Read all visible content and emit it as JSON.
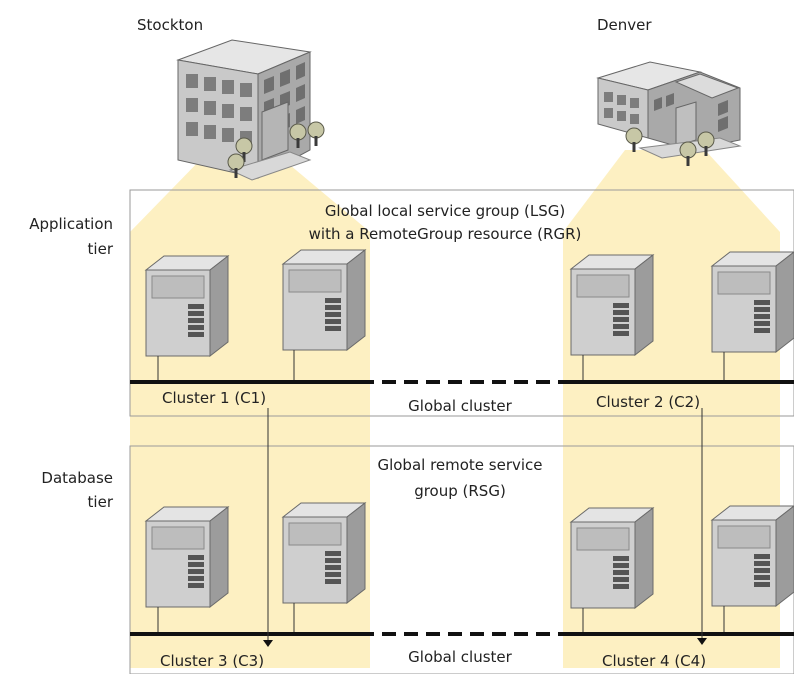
{
  "sites": {
    "left": "Stockton",
    "right": "Denver"
  },
  "tiers": {
    "application": {
      "line1": "Application",
      "line2": "tier"
    },
    "database": {
      "line1": "Database",
      "line2": "tier"
    }
  },
  "groups": {
    "lsg": {
      "line1": "Global local service group (LSG)",
      "line2": "with a RemoteGroup resource (RGR)"
    },
    "rsg": {
      "line1": "Global remote service",
      "line2": "group (RSG)"
    }
  },
  "clusters": {
    "c1": "Cluster 1 (C1)",
    "c2": "Cluster 2 (C2)",
    "c3": "Cluster 3 (C3)",
    "c4": "Cluster 4 (C4)"
  },
  "global_cluster": {
    "top": "Global cluster",
    "bottom": "Global cluster"
  },
  "colors": {
    "site_highlight": "#fdf0c2",
    "box_border": "#9a9a9a",
    "network_line": "#111111"
  }
}
